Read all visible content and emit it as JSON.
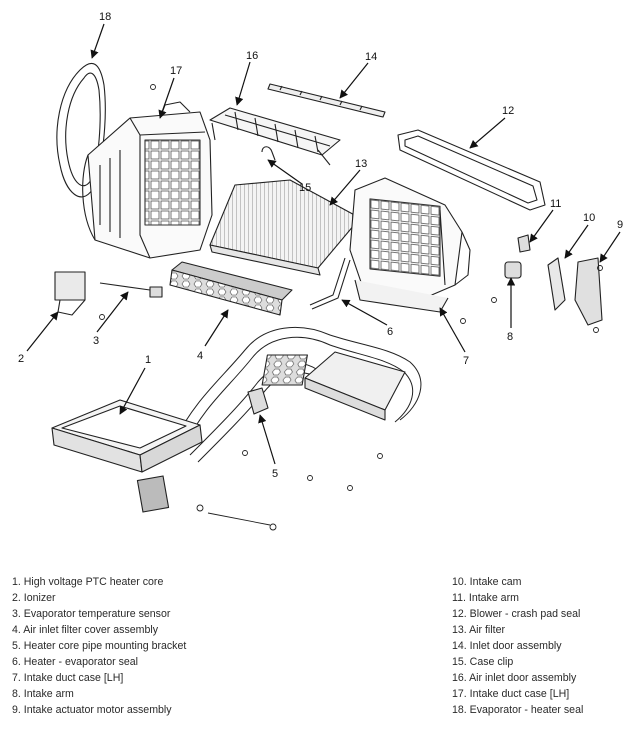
{
  "callouts": [
    "1",
    "2",
    "3",
    "4",
    "5",
    "6",
    "7",
    "8",
    "9",
    "10",
    "11",
    "12",
    "13",
    "14",
    "15",
    "16",
    "17",
    "18"
  ],
  "legend": {
    "left": [
      "1. High voltage PTC heater core",
      "2. Ionizer",
      "3. Evaporator temperature sensor",
      "4. Air inlet filter cover assembly",
      "5. Heater core pipe mounting bracket",
      "6. Heater - evaporator seal",
      "7. Intake duct case [LH]",
      "8. Intake arm",
      "9. Intake actuator motor assembly"
    ],
    "right": [
      "10. Intake cam",
      "11. Intake arm",
      "12. Blower - crash pad seal",
      "13. Air filter",
      "14. Inlet door assembly",
      "15. Case clip",
      "16. Air inlet door assembly",
      "17. Intake duct case [LH]",
      "18. Evaporator - heater seal"
    ]
  }
}
